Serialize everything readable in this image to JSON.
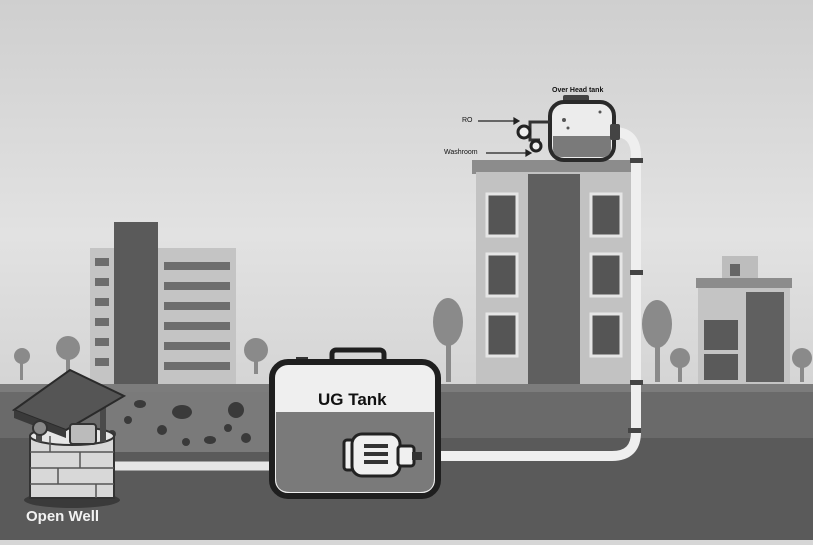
{
  "labels": {
    "overhead_tank": "Over Head tank",
    "ro": "RO",
    "washroom": "Washroom",
    "ug_tank": "UG Tank",
    "open_well": "Open Well"
  },
  "components": [
    "open-well",
    "ug-tank",
    "pump-motor",
    "building",
    "overhead-tank",
    "pipes"
  ],
  "icons": [
    "well-icon",
    "pump-motor-icon",
    "tap-icon",
    "tree-icon"
  ],
  "colors": {
    "sky": "#d9d9d9",
    "ground": "#6a6a6a",
    "soil_dark": "#3e3e3e",
    "tank_water": "#7a7a7a",
    "tank_border": "#1f1f1f",
    "building": "#b5b5b5",
    "pipe": "#efefef"
  }
}
